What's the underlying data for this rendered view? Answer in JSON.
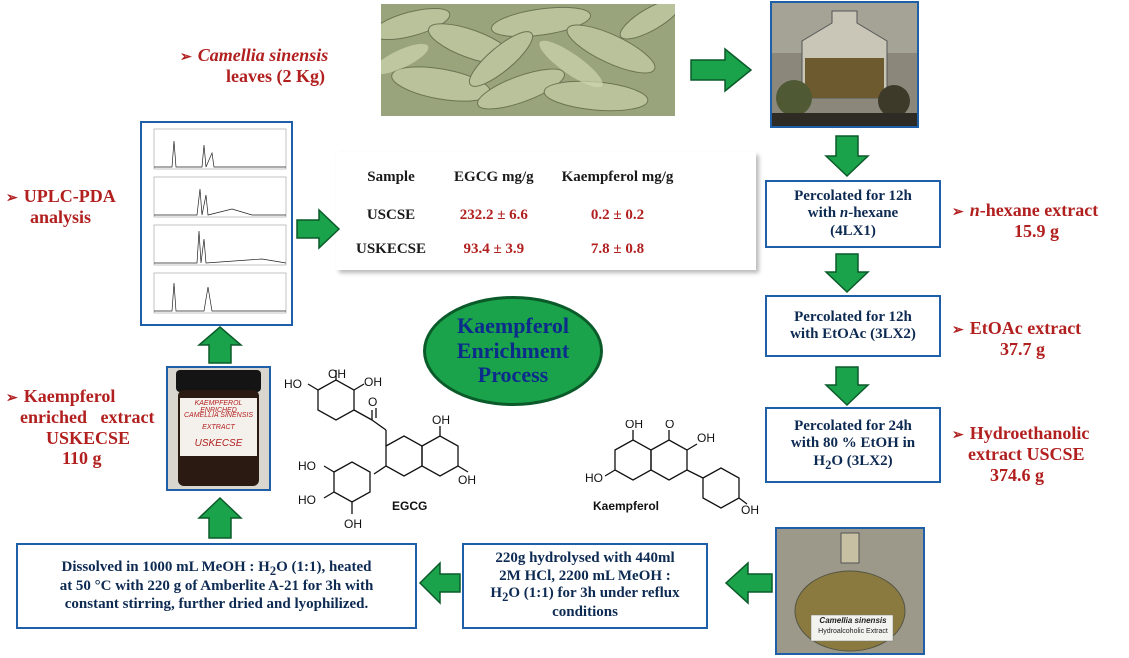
{
  "labels": {
    "leaves_name": "Camellia sinensis",
    "leaves_amount": "leaves (2 Kg)",
    "uplc_line1": "UPLC-PDA",
    "uplc_line2": "analysis",
    "kaempferol_line1": "Kaempferol",
    "kaempferol_line2": "enriched",
    "kaempferol_line2b": "extract",
    "kaempferol_line3": "USKECSE",
    "kaempferol_line4": "110 g",
    "hexane_line1": "hexane extract",
    "hexane_italic": "n",
    "hexane_line2": "15.9 g",
    "etoac_line1": "EtOAc extract",
    "etoac_line2": "37.7 g",
    "hydro_line1": "Hydroethanolic",
    "hydro_line2": "extract USCSE",
    "hydro_line3": "374.6 g"
  },
  "steps": {
    "step1_a": "Percolated for 12h",
    "step1_b": "with",
    "step1_italic": "n",
    "step1_c": "-hexane",
    "step1_d": "(4LX1)",
    "step2_a": "Percolated for 12h",
    "step2_b": "with EtOAc (3LX2)",
    "step3_a": "Percolated for 24h",
    "step3_b": "with 80 % EtOH in",
    "step3_c1": "H",
    "step3_sub": "2",
    "step3_c2": "O (3LX2)",
    "step4_a": "220g hydrolysed with 440ml",
    "step4_b": "2M HCl, 2200 mL MeOH :",
    "step4_c1": "H",
    "step4_sub": "2",
    "step4_c2": "O (1:1) for 3h under reflux",
    "step4_d": "conditions",
    "step5_a1": "Dissolved in 1000 mL MeOH : H",
    "step5_sub": "2",
    "step5_a2": "O (1:1), heated",
    "step5_b": "at 50 °C with 220 g of Amberlite A-21 for 3h with",
    "step5_c": "constant stirring, further dried and lyophilized."
  },
  "table": {
    "headers": [
      "Sample",
      "EGCG mg/g",
      "Kaempferol mg/g"
    ],
    "rows": [
      [
        "USCSE",
        "232.2 ± 6.6",
        "0.2 ± 0.2"
      ],
      [
        "USKECSE",
        "93.4 ± 3.9",
        "7.8 ± 0.8"
      ]
    ]
  },
  "center": {
    "line1": "Kaempferol",
    "line2": "Enrichment",
    "line3": "Process"
  },
  "chem": {
    "egcg": "EGCG",
    "kaempferol": "Kaempferol",
    "oh": "OH",
    "ho": "HO",
    "o": "O"
  },
  "photos": {
    "jar_line1": "KAEMPFEROL ENRICHED",
    "jar_line2": "CAMELLIA SINENSIS",
    "jar_line3": "EXTRACT",
    "jar_line4": "USKECSE",
    "flask_line1": "Camellia sinensis",
    "flask_line2": "Hydroalcoholic Extract"
  },
  "colors": {
    "arrow": "#1aa34a",
    "box_border": "#1f5fa8",
    "label_red": "#b21f1f",
    "ellipse_fill": "#1aa34a",
    "ellipse_text": "#0c2c8c"
  }
}
